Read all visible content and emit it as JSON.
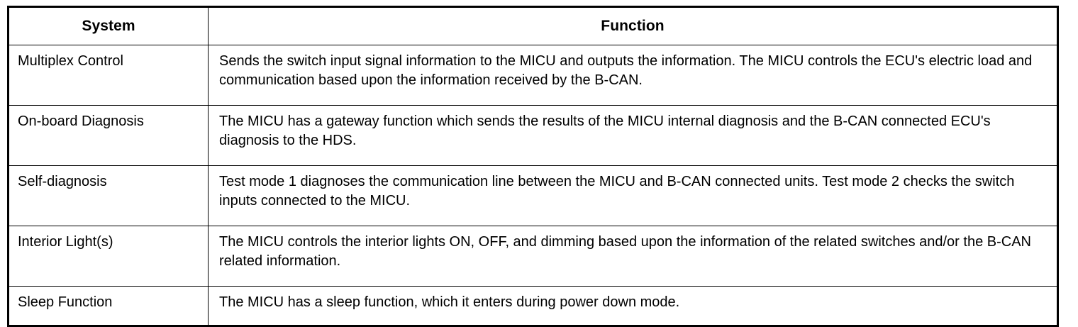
{
  "table": {
    "columns": [
      {
        "key": "system",
        "label": "System",
        "align": "center"
      },
      {
        "key": "function",
        "label": "Function",
        "align": "center"
      }
    ],
    "rows": [
      {
        "system": "Multiplex Control",
        "function": "Sends the switch input signal information to the MICU and outputs the information. The MICU controls the ECU's electric load and communication based upon the information received by the B-CAN."
      },
      {
        "system": "On-board Diagnosis",
        "function": "The MICU has a gateway function which sends the results of the MICU internal diagnosis and the B-CAN connected ECU's diagnosis to the HDS."
      },
      {
        "system": "Self-diagnosis",
        "function": "Test mode 1 diagnoses the communication line between the MICU and B-CAN connected units. Test mode 2 checks the switch inputs connected to the MICU."
      },
      {
        "system": "Interior Light(s)",
        "function": "The MICU controls the interior lights ON, OFF, and dimming based upon the information of the related switches and/or the B-CAN related information."
      },
      {
        "system": "Sleep Function",
        "function": "The MICU has a sleep function, which it enters during power down mode."
      }
    ]
  },
  "colors": {
    "border": "#000000",
    "text": "#000000",
    "background": "#ffffff"
  }
}
